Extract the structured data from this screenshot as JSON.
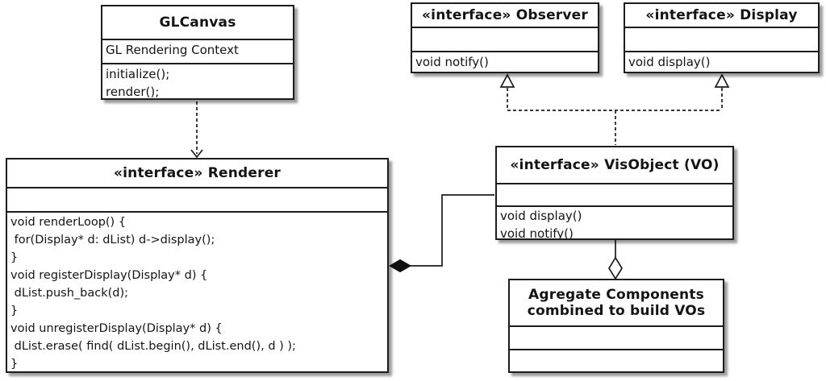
{
  "colors": {
    "border": "#1c1c1c",
    "fill": "#ffffff",
    "background": "#ffffff"
  },
  "glcanvas": {
    "title": "GLCanvas",
    "attribute": "GL Rendering Context",
    "methods": [
      "initialize();",
      "render();"
    ]
  },
  "observer": {
    "title": "«interface» Observer",
    "methods": [
      "void notify()"
    ]
  },
  "display": {
    "title": "«interface» Display",
    "methods": [
      "void display()"
    ]
  },
  "renderer": {
    "title": "«interface» Renderer",
    "methods": [
      "void renderLoop() {",
      " for(Display* d: dList) d->display();",
      "}",
      "void registerDisplay(Display* d) {",
      " dList.push_back(d);",
      "}",
      "void unregisterDisplay(Display* d) {",
      " dList.erase( find( dList.begin(), dList.end(), d ) );",
      "}"
    ]
  },
  "visobject": {
    "title": "«interface» VisObject (VO)",
    "methods": [
      "void display()",
      "void notify()"
    ]
  },
  "aggregate": {
    "title_line1": "Agregate Components",
    "title_line2": "combined to build VOs"
  },
  "relationships": {
    "dependency": "GLCanvas ..> Renderer",
    "realization_observer": "VisObject ..|> Observer",
    "realization_display": "VisObject ..|> Display",
    "composition": "Renderer *— VisObject",
    "aggregation": "VisObject o— Agregate Components"
  }
}
